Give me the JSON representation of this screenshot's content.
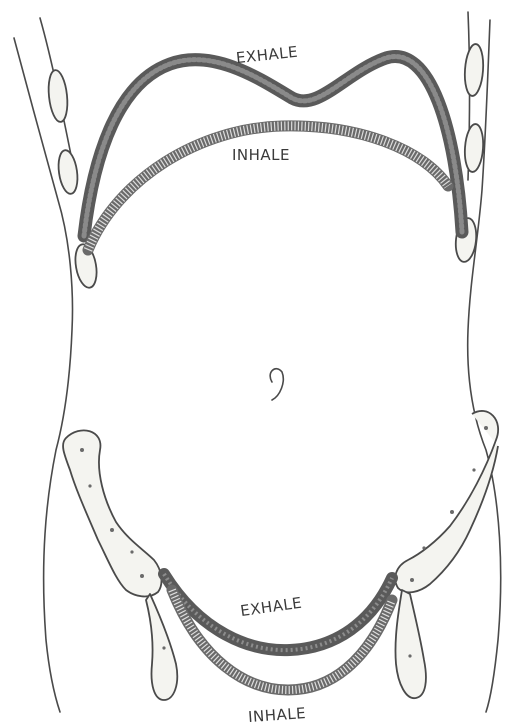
{
  "diagram": {
    "diaphragm": {
      "exhale_label": "EXHALE",
      "inhale_label": "INHALE"
    },
    "pelvic_floor": {
      "exhale_label": "EXHALE",
      "inhale_label": "INHALE"
    }
  },
  "colors": {
    "ink": "#4a4a4a",
    "muscle_dark": "#5a5a5a",
    "paper": "#ffffff"
  }
}
